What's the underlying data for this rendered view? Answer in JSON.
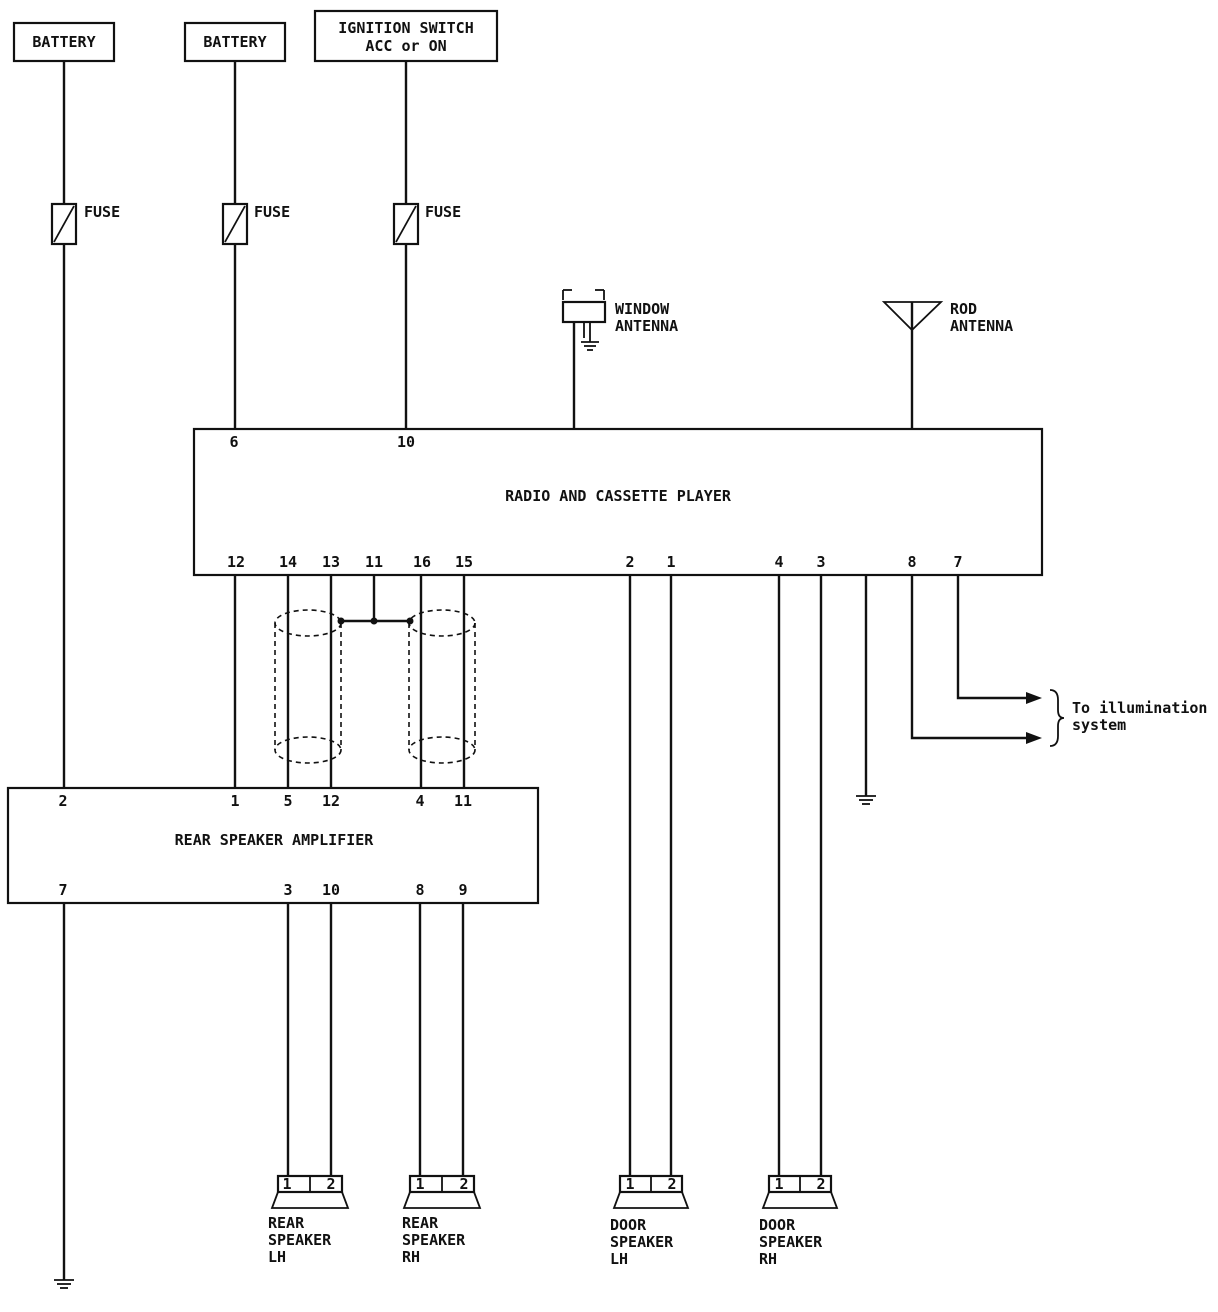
{
  "sources": {
    "battery_1": "BATTERY",
    "battery_2": "BATTERY",
    "ignition_line1": "IGNITION SWITCH",
    "ignition_line2": "ACC or ON"
  },
  "fuse_label": "FUSE",
  "antennas": {
    "window_line1": "WINDOW",
    "window_line2": "ANTENNA",
    "rod_line1": "ROD",
    "rod_line2": "ANTENNA"
  },
  "radio": {
    "title": "RADIO AND CASSETTE PLAYER",
    "top_pins": [
      "6",
      "10"
    ],
    "bottom_pins": [
      "12",
      "14",
      "13",
      "11",
      "16",
      "15",
      "2",
      "1",
      "4",
      "3",
      "8",
      "7"
    ]
  },
  "amplifier": {
    "title": "REAR SPEAKER AMPLIFIER",
    "top_pins": [
      "2",
      "1",
      "5",
      "12",
      "4",
      "11"
    ],
    "bottom_pins": [
      "7",
      "3",
      "10",
      "8",
      "9"
    ]
  },
  "illumination": {
    "line1": "To illumination",
    "line2": "system"
  },
  "speakers": [
    {
      "line1": "REAR",
      "line2": "SPEAKER",
      "line3": "LH",
      "pin1": "1",
      "pin2": "2"
    },
    {
      "line1": "REAR",
      "line2": "SPEAKER",
      "line3": "RH",
      "pin1": "1",
      "pin2": "2"
    },
    {
      "line1": "DOOR",
      "line2": "SPEAKER",
      "line3": "LH",
      "pin1": "1",
      "pin2": "2"
    },
    {
      "line1": "DOOR",
      "line2": "SPEAKER",
      "line3": "RH",
      "pin1": "1",
      "pin2": "2"
    }
  ]
}
